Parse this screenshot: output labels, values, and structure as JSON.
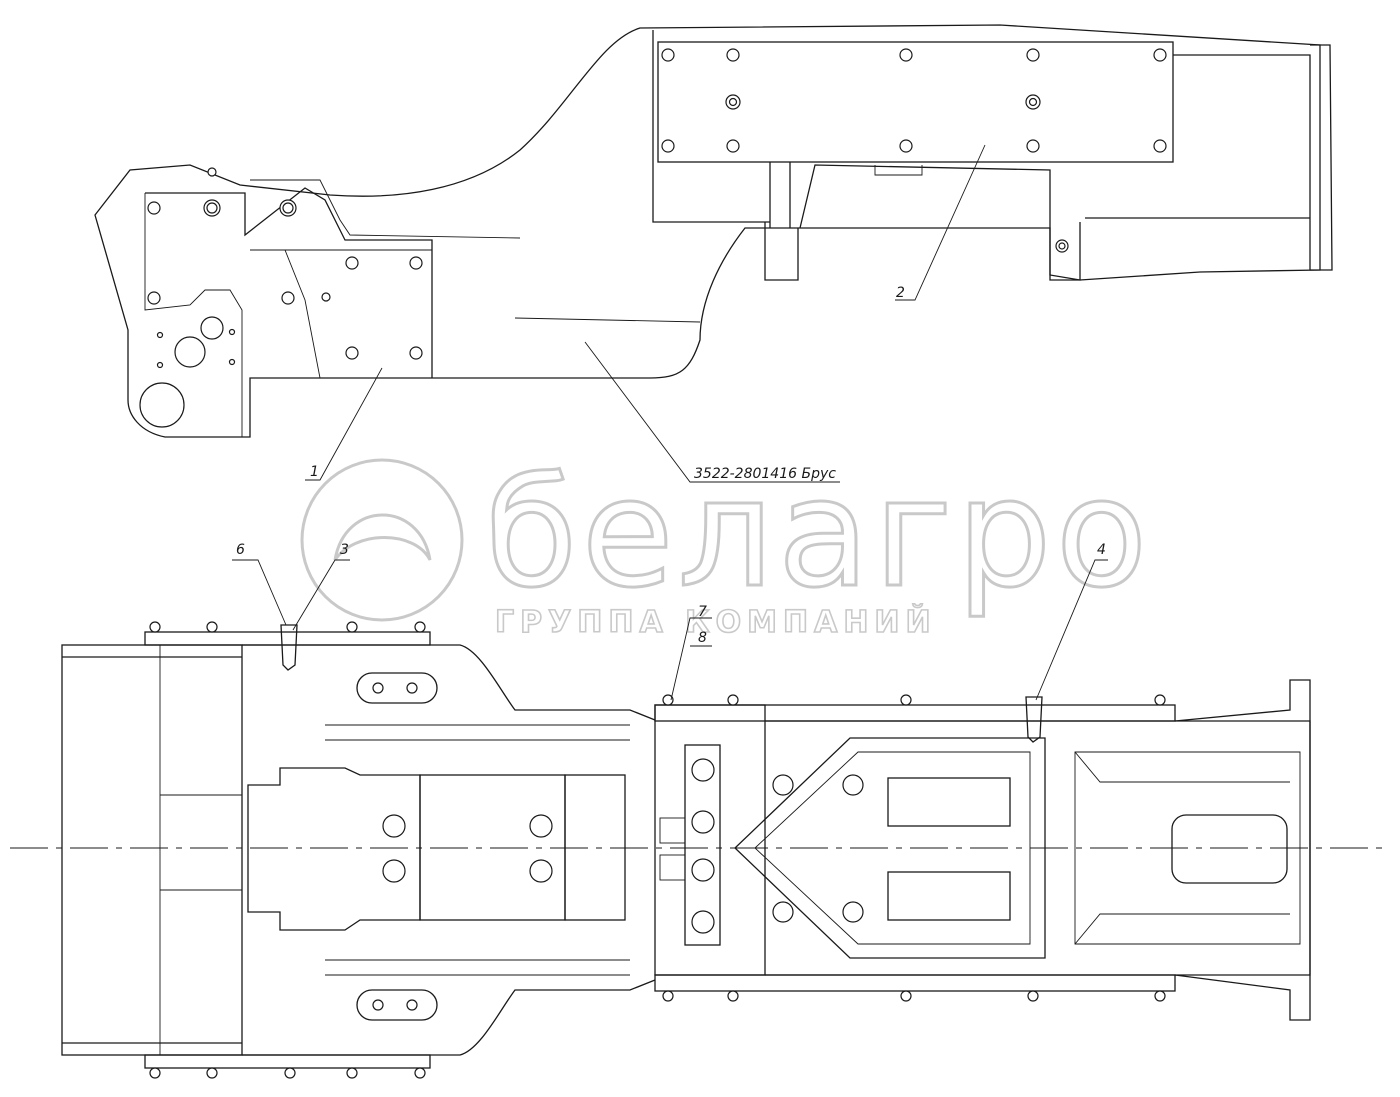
{
  "callouts": {
    "c1": "1",
    "c2": "2",
    "c3": "3",
    "c4": "4",
    "c6": "6",
    "c7": "7",
    "c8": "8",
    "part": "3522-2801416 Брус"
  },
  "watermark": {
    "brand": "белагро",
    "tagline": "ГРУППА КОМПАНИЙ"
  },
  "colors": {
    "line": "#1a1a1a",
    "watermark": "#c9c9c9",
    "background": "#ffffff"
  }
}
